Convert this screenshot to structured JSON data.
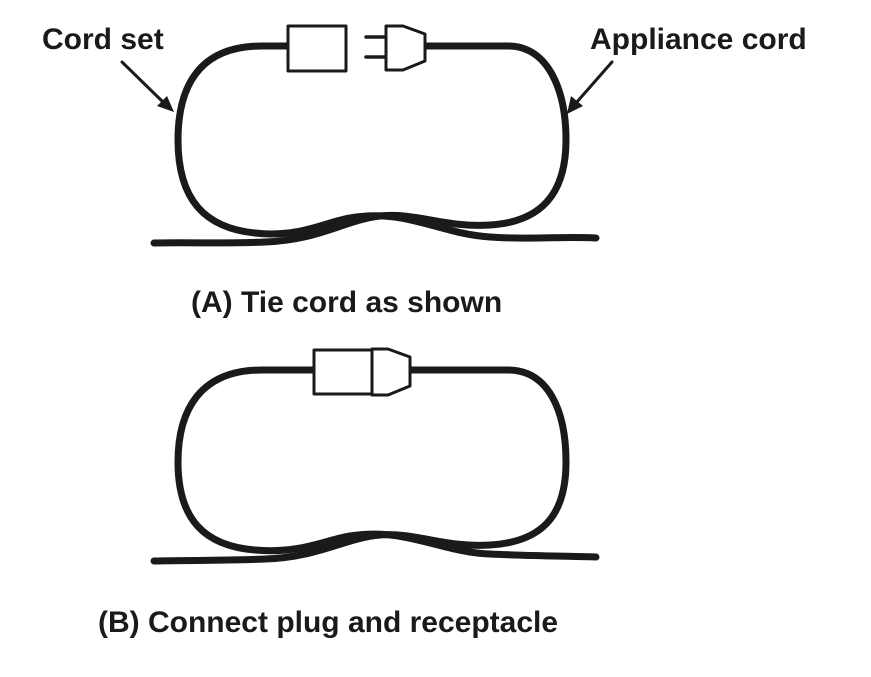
{
  "labels": {
    "cord_set": "Cord set",
    "appliance_cord": "Appliance cord",
    "caption_a": "(A) Tie cord as shown",
    "caption_b": "(B) Connect plug and receptacle"
  }
}
